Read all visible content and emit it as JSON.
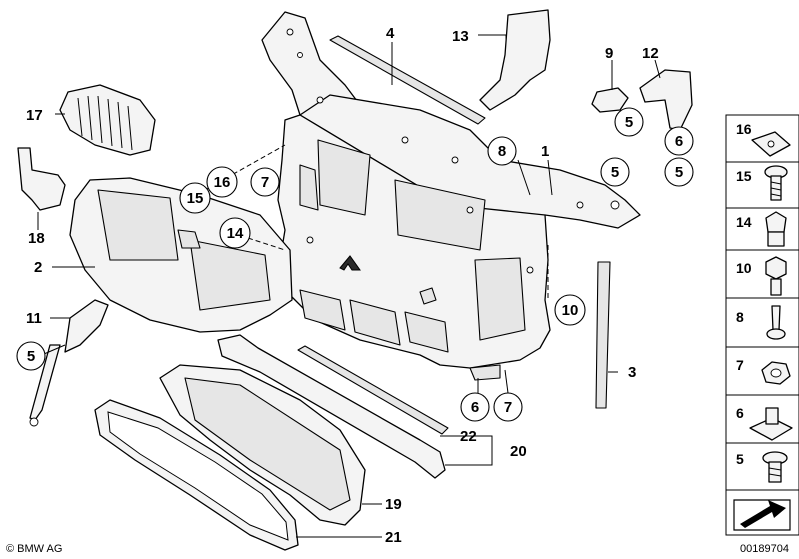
{
  "diagram": {
    "callouts": {
      "p1": "1",
      "p2": "2",
      "p3": "3",
      "p4": "4",
      "p5a": "5",
      "p5b": "5",
      "p5c": "5",
      "p5d": "5",
      "p6a": "6",
      "p6b": "6",
      "p7a": "7",
      "p7b": "7",
      "p8": "8",
      "p9": "9",
      "p10": "10",
      "p11": "11",
      "p12": "12",
      "p13": "13",
      "p14": "14",
      "p15": "15",
      "p16": "16",
      "p17": "17",
      "p18": "18",
      "p19": "19",
      "p20": "20",
      "p21": "21",
      "p22": "22"
    },
    "legend": [
      "16",
      "15",
      "14",
      "10",
      "8",
      "7",
      "6",
      "5"
    ],
    "footer": {
      "brand": "© BMW AG",
      "code": "00189704"
    }
  }
}
